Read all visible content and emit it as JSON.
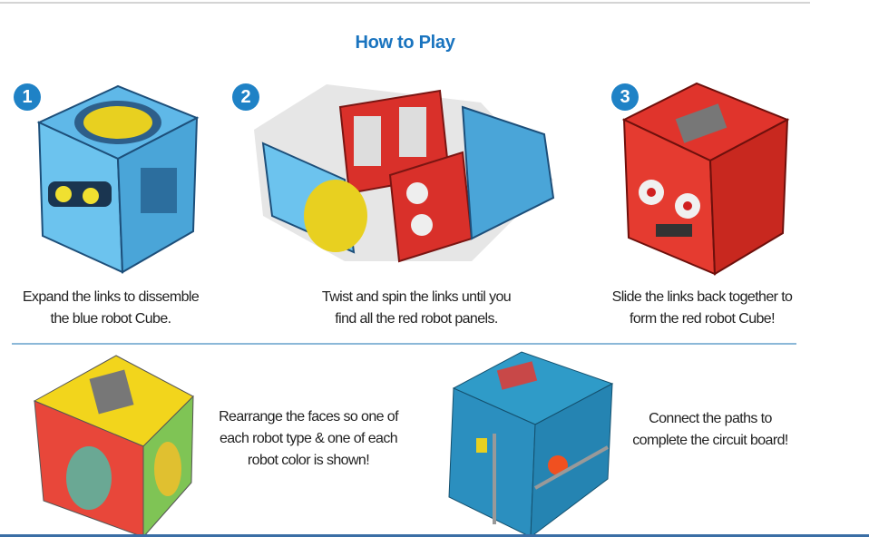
{
  "title": "How to Play",
  "steps": [
    {
      "number": "1",
      "line1": "Expand the links to dissemble",
      "line2": "the blue robot Cube."
    },
    {
      "number": "2",
      "line1": "Twist and spin the links until you",
      "line2": "find all the red robot panels."
    },
    {
      "number": "3",
      "line1": "Slide the links back together to",
      "line2": "form the red robot Cube!"
    }
  ],
  "challenges": [
    {
      "line1": "Rearrange the faces so one of",
      "line2": "each robot type & one of each",
      "line3": "robot color is shown!"
    },
    {
      "line1": "Connect the paths to",
      "line2": "complete the circuit board!"
    }
  ],
  "colors": {
    "accent": "#1a74bf",
    "divider": "#8bb8d8",
    "bottom_bar": "#3a6ea5"
  }
}
